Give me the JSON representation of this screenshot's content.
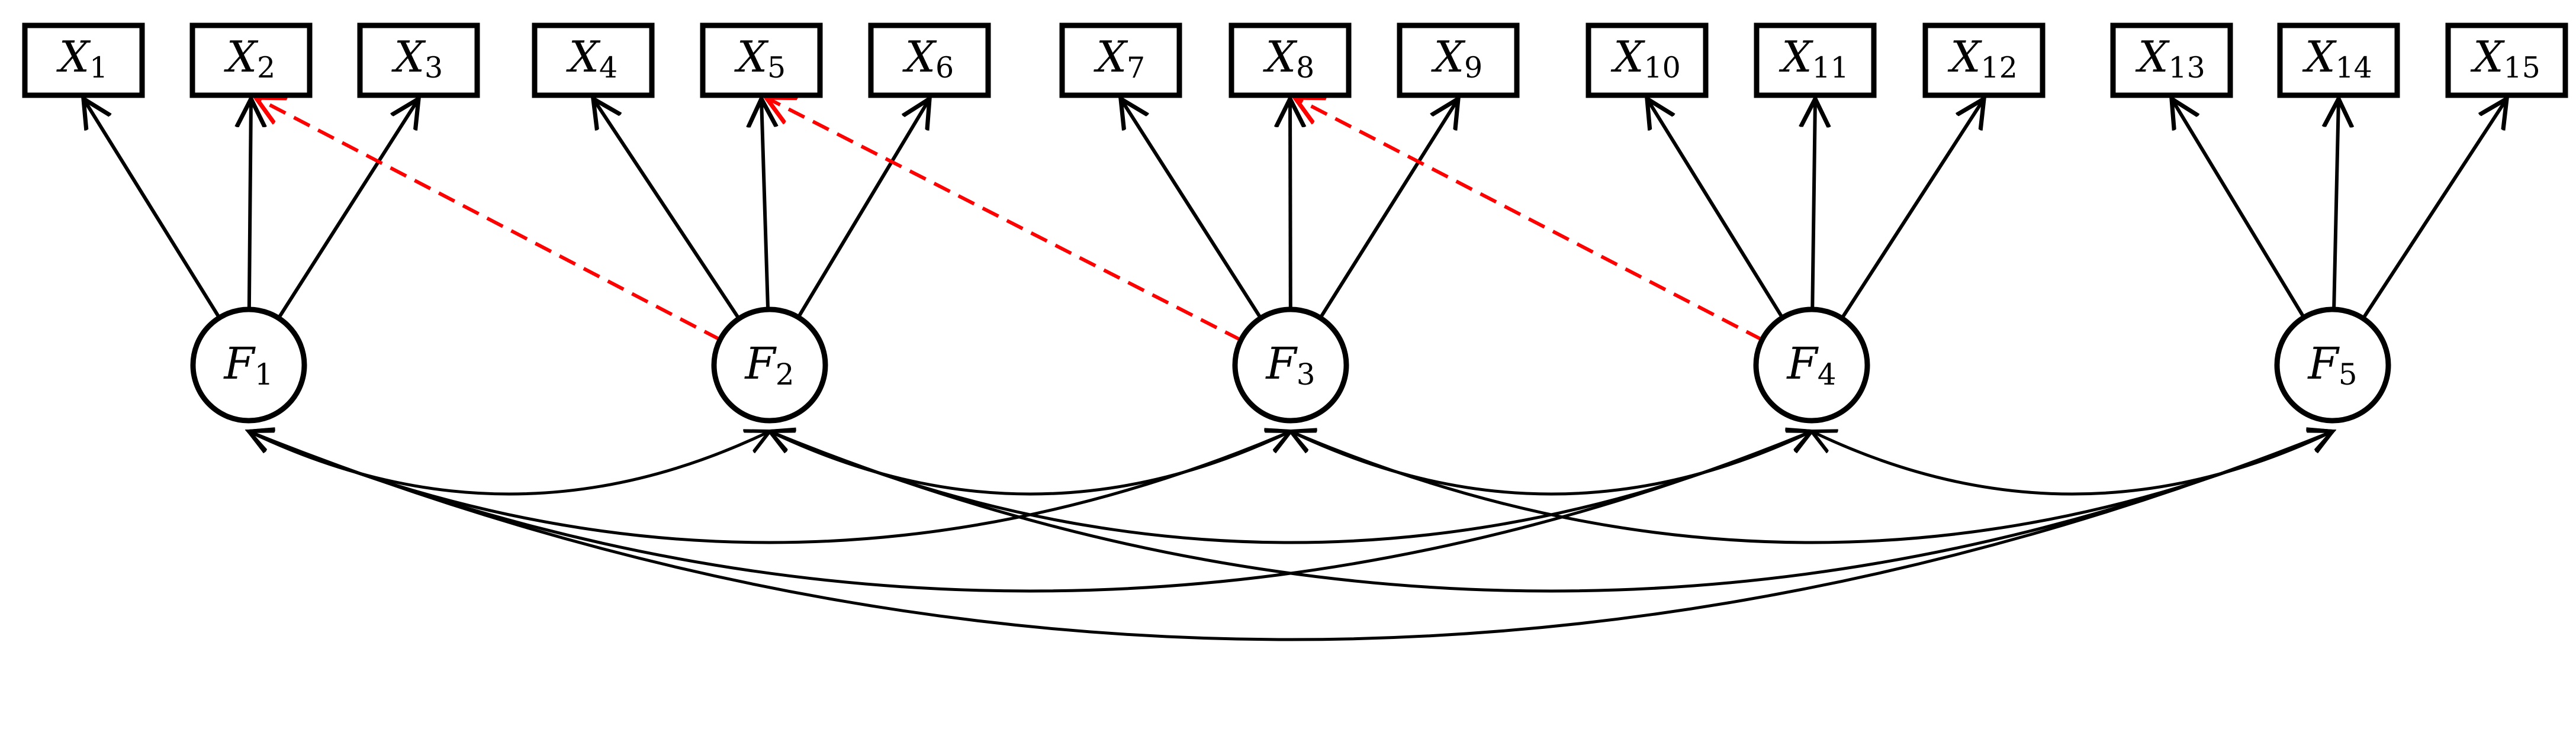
{
  "observed": [
    {
      "base": "X",
      "sub": "1"
    },
    {
      "base": "X",
      "sub": "2"
    },
    {
      "base": "X",
      "sub": "3"
    },
    {
      "base": "X",
      "sub": "4"
    },
    {
      "base": "X",
      "sub": "5"
    },
    {
      "base": "X",
      "sub": "6"
    },
    {
      "base": "X",
      "sub": "7"
    },
    {
      "base": "X",
      "sub": "8"
    },
    {
      "base": "X",
      "sub": "9"
    },
    {
      "base": "X",
      "sub": "10"
    },
    {
      "base": "X",
      "sub": "11"
    },
    {
      "base": "X",
      "sub": "12"
    },
    {
      "base": "X",
      "sub": "13"
    },
    {
      "base": "X",
      "sub": "14"
    },
    {
      "base": "X",
      "sub": "15"
    }
  ],
  "factors": [
    {
      "base": "F",
      "sub": "1"
    },
    {
      "base": "F",
      "sub": "2"
    },
    {
      "base": "F",
      "sub": "3"
    },
    {
      "base": "F",
      "sub": "4"
    },
    {
      "base": "F",
      "sub": "5"
    }
  ],
  "loadings": [
    {
      "from": 0,
      "to": 0
    },
    {
      "from": 0,
      "to": 1
    },
    {
      "from": 0,
      "to": 2
    },
    {
      "from": 1,
      "to": 3
    },
    {
      "from": 1,
      "to": 4
    },
    {
      "from": 1,
      "to": 5
    },
    {
      "from": 2,
      "to": 6
    },
    {
      "from": 2,
      "to": 7
    },
    {
      "from": 2,
      "to": 8
    },
    {
      "from": 3,
      "to": 9
    },
    {
      "from": 3,
      "to": 10
    },
    {
      "from": 3,
      "to": 11
    },
    {
      "from": 4,
      "to": 12
    },
    {
      "from": 4,
      "to": 13
    },
    {
      "from": 4,
      "to": 14
    }
  ],
  "cross_loadings": [
    {
      "from": 1,
      "to": 1
    },
    {
      "from": 2,
      "to": 4
    },
    {
      "from": 3,
      "to": 7
    }
  ],
  "covariances": [
    {
      "a": 0,
      "b": 1
    },
    {
      "a": 0,
      "b": 2
    },
    {
      "a": 0,
      "b": 3
    },
    {
      "a": 0,
      "b": 4
    },
    {
      "a": 1,
      "b": 2
    },
    {
      "a": 1,
      "b": 3
    },
    {
      "a": 1,
      "b": 4
    },
    {
      "a": 2,
      "b": 3
    },
    {
      "a": 2,
      "b": 4
    },
    {
      "a": 3,
      "b": 4
    }
  ],
  "colors": {
    "cross_loading": "#ff0000",
    "line": "#000000"
  }
}
